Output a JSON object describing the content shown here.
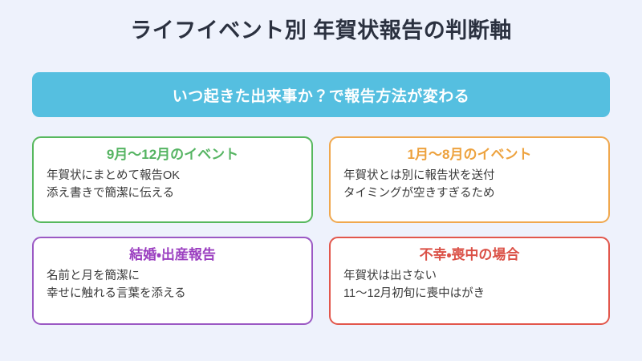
{
  "page": {
    "title": "ライフイベント別 年賀状報告の判断軸",
    "background_color": "#eef2fc",
    "title_color": "#2b3140"
  },
  "banner": {
    "text": "いつ起きた出来事か？で報告方法が変わる",
    "background_color": "#55bfe0",
    "text_color": "#ffffff"
  },
  "cards": [
    {
      "title": "9月〜12月のイベント",
      "accent_color": "#55b462",
      "border_color": "#57b85e",
      "lines": [
        "年賀状にまとめて報告OK",
        "添え書きで簡潔に伝える"
      ]
    },
    {
      "title": "1月〜8月のイベント",
      "accent_color": "#eda23e",
      "border_color": "#f0a84e",
      "lines": [
        "年賀状とは別に報告状を送付",
        "タイミングが空きすぎるため"
      ]
    },
    {
      "title": "結婚・出産報告",
      "accent_color": "#9b3fc0",
      "border_color": "#9b59c4",
      "lines": [
        "名前と月を簡潔に",
        "幸せに触れる言葉を添える"
      ]
    },
    {
      "title": "不幸・喪中の場合",
      "accent_color": "#db5147",
      "border_color": "#e2574c",
      "lines": [
        "年賀状は出さない",
        "11〜12月初旬に喪中はがき"
      ]
    }
  ]
}
